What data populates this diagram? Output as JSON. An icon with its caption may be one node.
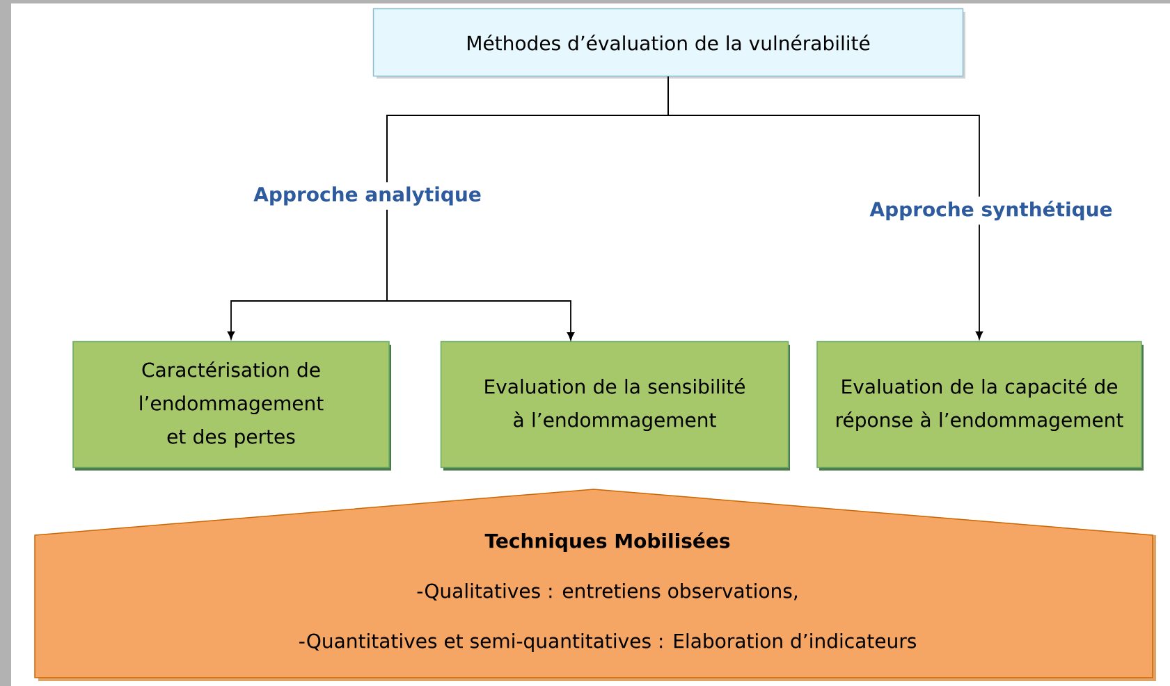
{
  "diagram": {
    "nodes": [
      {
        "text": [
          "Méthodes d’évaluation de la vulnérabilité"
        ]
      },
      {
        "text": [
          "Caractérisation de l’endommagement et des pertes"
        ]
      },
      {
        "text": [
          "Evaluation de la sensibilité à l’endommagement"
        ]
      },
      {
        "text": [
          "Evaluation de la capacité de réponse à l’endommagement"
        ]
      },
      {
        "text": [
          "Techniques Mobilisées",
          "-Qualitatives : entretiens observations,",
          "-Quantitatives et semi-quantitatives : Elaboration d’indicateurs"
        ]
      }
    ],
    "edges": [
      {
        "from": 0,
        "to": 1,
        "arrow": "to",
        "label": "Approche analytique"
      },
      {
        "from": 0,
        "to": 2,
        "arrow": "to"
      },
      {
        "from": 0,
        "to": 3,
        "arrow": "to",
        "label": "Approche synthétique"
      }
    ]
  }
}
